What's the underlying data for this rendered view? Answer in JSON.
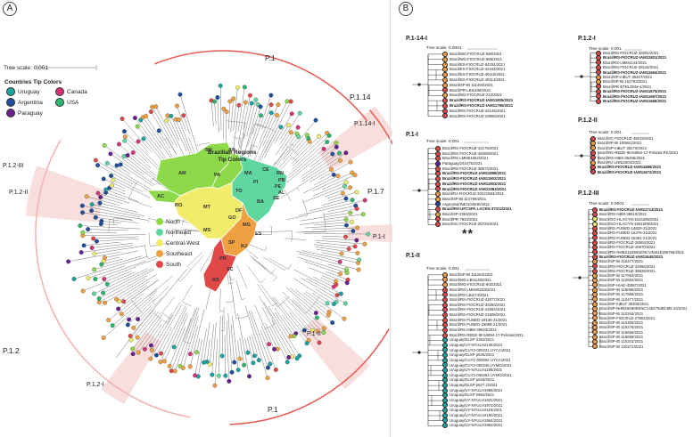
{
  "panelA": {
    "letter": "A",
    "tree_scale": "Tree scale: 0.001",
    "clades": [
      {
        "id": "p1_top",
        "label": "P.1"
      },
      {
        "id": "p114",
        "label": "P.1.14"
      },
      {
        "id": "p114i",
        "label": "P.1.14-I"
      },
      {
        "id": "p17",
        "label": "P.1.7"
      },
      {
        "id": "p1i",
        "label": "P.1-I"
      },
      {
        "id": "p1ii",
        "label": "P.1-II"
      },
      {
        "id": "p1_bottom",
        "label": "P.1"
      },
      {
        "id": "p12i",
        "label": "P.1.2-I"
      },
      {
        "id": "p12",
        "label": "P.1.2"
      },
      {
        "id": "p12ii",
        "label": "P.1.2-II"
      },
      {
        "id": "p12iii",
        "label": "P.1.2-III"
      }
    ],
    "countries_title": "Countries Tip Colors",
    "countries": [
      {
        "name": "Uruguay",
        "color": "#1aa3a3"
      },
      {
        "name": "Canada",
        "color": "#d6337a"
      },
      {
        "name": "Argentina",
        "color": "#1f4e9e"
      },
      {
        "name": "USA",
        "color": "#2bb573"
      },
      {
        "name": "Paraguay",
        "color": "#6a1f8f"
      }
    ],
    "regions_title_1": "Brazilian Regions",
    "regions_title_2": "Tip Colors",
    "regions": [
      {
        "name": "North",
        "color": "#8ed94a"
      },
      {
        "name": "Northeast",
        "color": "#5fd6a0"
      },
      {
        "name": "Central-West",
        "color": "#f2ec6b"
      },
      {
        "name": "Southeast",
        "color": "#f0a040"
      },
      {
        "name": "South",
        "color": "#e04848"
      }
    ],
    "states": [
      "RR",
      "AP",
      "AM",
      "PA",
      "MA",
      "CE",
      "RN",
      "PB",
      "PE",
      "AL",
      "SE",
      "PI",
      "TO",
      "BA",
      "AC",
      "RO",
      "MT",
      "GO",
      "DF",
      "MG",
      "ES",
      "MS",
      "SP",
      "RJ",
      "PR",
      "SC",
      "RS"
    ]
  },
  "panelB": {
    "letter": "B",
    "p114i": {
      "title": "P.1-14-I",
      "scale": "Tree scale: 0.0001",
      "tips": [
        {
          "t": "Brazil/MG-FIOCRUZ-590/2021",
          "c": "#f0a040",
          "b": false
        },
        {
          "t": "Brazil/MG-FIOCRUZ-585/2021",
          "c": "#f0a040",
          "b": false
        },
        {
          "t": "Brazil/ES-FIOCRUZ-54204/2021",
          "c": "#f0a040",
          "b": false
        },
        {
          "t": "Brazil/ES-FIOCRUZ-42443/2021",
          "c": "#f0a040",
          "b": false
        },
        {
          "t": "Brazil/ES-FIOCRUZ-40115/2021",
          "c": "#f0a040",
          "b": false
        },
        {
          "t": "Brazil/ES-FIOCRUZ-40114/2021",
          "c": "#f0a040",
          "b": false
        },
        {
          "t": "Brazil/SP-IB 111493/2021",
          "c": "#f0a040",
          "b": false
        },
        {
          "t": "Brazil/PR-LBI1408/2021",
          "c": "#e04848",
          "b": false
        },
        {
          "t": "Brazil/MG-FIOCRUZ-212/2021",
          "c": "#f0a040",
          "b": false
        },
        {
          "t": "Brazil/RS-FIOCRUZ-IAM11805/2021",
          "c": "#e04848",
          "b": true
        },
        {
          "t": "Brazil/RS-FIOCRUZ-IAM11795/2021",
          "c": "#e04848",
          "b": true
        },
        {
          "t": "Brazil/RS-FIOCRUZ-42146/2021",
          "c": "#e04848",
          "b": false
        },
        {
          "t": "Brazil/RS-FIOCRUZ-29506/2021",
          "c": "#e04848",
          "b": false
        }
      ]
    },
    "p1i": {
      "title": "P.1-I",
      "scale": "Tree scale: 0.001",
      "tips": [
        {
          "t": "Brazil/RS-FIOCRUZ-42179/2021",
          "c": "#e04848",
          "b": false
        },
        {
          "t": "Brazil/RS-FIOCRUZ-45208/2021",
          "c": "#e04848",
          "b": false
        },
        {
          "t": "Brazil/RS-LMM61662/2021",
          "c": "#e04848",
          "b": false
        },
        {
          "t": "Paraguay/244475/2021",
          "c": "#6a1f8f",
          "b": false
        },
        {
          "t": "Brazil/RS-FIOCRUZ-38673/2021",
          "c": "#e04848",
          "b": false
        },
        {
          "t": "Brazil/RS-FIOCRUZ-IAM11898/2021",
          "c": "#e04848",
          "b": true
        },
        {
          "t": "Brazil/RS-FIOCRUZ-IAM11902/2021",
          "c": "#e04848",
          "b": true
        },
        {
          "t": "Brazil/RS-FIOCRUZ-IAM11903/2021",
          "c": "#e04848",
          "b": true
        },
        {
          "t": "Brazil/RS-FIOCRUZ-IAM12063/2021",
          "c": "#e04848",
          "b": true
        },
        {
          "t": "Brazil/RJ-FIOCRUZ-20221584/2021",
          "c": "#f0a040",
          "b": false
        },
        {
          "t": "Brazil/SP-IB 114799/2021",
          "c": "#f0a040",
          "b": false
        },
        {
          "t": "Argentina/INEI104940/2021",
          "c": "#1f4e9e",
          "b": false
        },
        {
          "t": "Brazil/RS-UFCSPA LACEN-37312/2021",
          "c": "#e04848",
          "b": true
        },
        {
          "t": "Brazil/SP-2363/2021",
          "c": "#f0a040",
          "b": false
        },
        {
          "t": "Brazil/PR-7834/2021",
          "c": "#e04848",
          "b": false
        },
        {
          "t": "Brazil/SC-FIOCRUZ-26729/2021",
          "c": "#e04848",
          "b": false
        }
      ]
    },
    "stars": "**",
    "p1ii": {
      "title": "P.1-II",
      "scale": "Tree scale: 0.001",
      "tips": [
        {
          "t": "Brazil/SP-IB 111263/2021",
          "c": "#f0a040",
          "b": false
        },
        {
          "t": "Brazil/MG-LBI1140/2021",
          "c": "#f0a040",
          "b": false
        },
        {
          "t": "Brazil/MG-FIOCRUZ-602/2021",
          "c": "#f0a040",
          "b": false
        },
        {
          "t": "Brazil/RS-LMM46233/2021",
          "c": "#e04848",
          "b": false
        },
        {
          "t": "Brazil/RS-LBI174/2021",
          "c": "#e04848",
          "b": false
        },
        {
          "t": "Brazil/RS-FIOCRUZ-42077/2021",
          "c": "#e04848",
          "b": false
        },
        {
          "t": "Brazil/RS-FIOCRUZ-33283/2021",
          "c": "#e04848",
          "b": false
        },
        {
          "t": "Brazil/RS-FIOCRUZ-42082/2021",
          "c": "#e04848",
          "b": false
        },
        {
          "t": "Brazil/RS-FIOCRUZ-21506/2021",
          "c": "#e04848",
          "b": false
        },
        {
          "t": "Brazil/RS-FUNED-19136-21/2021",
          "c": "#e04848",
          "b": false
        },
        {
          "t": "Brazil/RS-FUNED-19098-21/2021",
          "c": "#e04848",
          "b": false
        },
        {
          "t": "Brazil/RS-HBM-39823/2021",
          "c": "#e04848",
          "b": false
        },
        {
          "t": "Brazil/RS-REDE-IB-54894-17-Pelotas/2021",
          "c": "#e04848",
          "b": false
        },
        {
          "t": "Uruguay/DLSP 2392/2021",
          "c": "#1aa3a3",
          "b": false
        },
        {
          "t": "Uruguay/UY-NYULH2136/2021",
          "c": "#1aa3a3",
          "b": false
        },
        {
          "t": "Uruguay/CUY2-000231 UYCA/2021",
          "c": "#1aa3a3",
          "b": false
        },
        {
          "t": "Uruguay/DLSP p636/2021",
          "c": "#1aa3a3",
          "b": false
        },
        {
          "t": "Uruguay/CUY1-000094 UYCA/2021",
          "c": "#1aa3a3",
          "b": false
        },
        {
          "t": "Uruguay/CUY2-000245 UYMO/2021",
          "c": "#1aa3a3",
          "b": false
        },
        {
          "t": "Uruguay/UY-NYULH1195/2021",
          "c": "#1aa3a3",
          "b": false
        },
        {
          "t": "Uruguay/CUY2-000254 UYMO/2021",
          "c": "#1aa3a3",
          "b": false
        },
        {
          "t": "Uruguay/DLSP p628/2021",
          "c": "#1aa3a3",
          "b": false
        },
        {
          "t": "Uruguay/DLSP p627 2/2021",
          "c": "#1aa3a3",
          "b": false
        },
        {
          "t": "Uruguay/UY-NYULH1968/2021",
          "c": "#1aa3a3",
          "b": false
        },
        {
          "t": "Uruguay/DLSP 2992/2021",
          "c": "#1aa3a3",
          "b": false
        },
        {
          "t": "Uruguay/UY-NYULH1931/2021",
          "c": "#1aa3a3",
          "b": false
        },
        {
          "t": "Uruguay/UY-NYULH1971/2021",
          "c": "#1aa3a3",
          "b": false
        },
        {
          "t": "Uruguay/UY-NYULH2115/2021",
          "c": "#1aa3a3",
          "b": false
        },
        {
          "t": "Uruguay/UY-NYULH2190/2021",
          "c": "#1aa3a3",
          "b": false
        },
        {
          "t": "Uruguay/UY-NYULH1954/2021",
          "c": "#1aa3a3",
          "b": false
        },
        {
          "t": "Uruguay/UY-NYULH1962/2021",
          "c": "#1aa3a3",
          "b": false
        }
      ]
    },
    "p12i": {
      "title": "P.1.2-I",
      "scale": "Tree scale: 0.001",
      "tips": [
        {
          "t": "Brazil/RS-FIOCRUZ-33291/2021",
          "c": "#e04848",
          "b": false
        },
        {
          "t": "Brazil/RS-FIOCRUZ-IAM11801/2021",
          "c": "#e04848",
          "b": true
        },
        {
          "t": "Brazil/RS-LMM4144/2021",
          "c": "#e04848",
          "b": false
        },
        {
          "t": "Brazil/RS-FIOCRUZ-28116/2021",
          "c": "#e04848",
          "b": false
        },
        {
          "t": "Brazil/RS-FIOCRUZ-IAM11664/2021",
          "c": "#e04848",
          "b": true
        },
        {
          "t": "Brazil/SP-mBUT 35207/2021",
          "c": "#f0a040",
          "b": false
        },
        {
          "t": "Brazil/SP-IB 151783/2021",
          "c": "#f0a040",
          "b": false
        },
        {
          "t": "Brazil/PR-BTRLEEM-4/2021",
          "c": "#e04848",
          "b": false
        },
        {
          "t": "Brazil/RS-FIOCRUZ-IAM11675/2021",
          "c": "#e04848",
          "b": true
        },
        {
          "t": "Brazil/RS-FIOCRUZ-IAM11667/2021",
          "c": "#e04848",
          "b": true
        },
        {
          "t": "Brazil/RS-FIOCRUZ-IAM11666/2021",
          "c": "#e04848",
          "b": true
        }
      ]
    },
    "p12ii": {
      "title": "P.1.2-II",
      "scale": "Tree scale: 0.001",
      "tips": [
        {
          "t": "Brazil/SC-FIOCRUZ-45019/2021",
          "c": "#e04848",
          "b": false
        },
        {
          "t": "Brazil/SP-IB 100842/2021",
          "c": "#f0a040",
          "b": false
        },
        {
          "t": "Brazil/SP-mBUT 35279/2021",
          "c": "#f0a040",
          "b": false
        },
        {
          "t": "Brazil/RS-REDE-IB-54852-17-Pelotas-RS/2021",
          "c": "#e04848",
          "b": false
        },
        {
          "t": "Brazil/RS-HBM-35455/2021",
          "c": "#e04848",
          "b": false
        },
        {
          "t": "Brazil/RJ-LNNI2004/2021",
          "c": "#f0a040",
          "b": false
        },
        {
          "t": "Brazil/RS-FIOCRUZ-IAM11696/2021",
          "c": "#e04848",
          "b": true
        },
        {
          "t": "Brazil/RS-FIOCRUZ-IAM11672/2021",
          "c": "#e04848",
          "b": true
        }
      ]
    },
    "p12iii": {
      "title": "P.1.2-III",
      "scale": "Tree scale: 0.0001",
      "tips": [
        {
          "t": "Brazil/RS-FIOCRUZ-IAM11713/2021",
          "c": "#e04848",
          "b": true
        },
        {
          "t": "Brazil/RS-HBM-39510/2021",
          "c": "#e04848",
          "b": false
        },
        {
          "t": "Brazil/GO-HLAGYN-1516265/2021",
          "c": "#f2ec6b",
          "b": false
        },
        {
          "t": "Brazil/GO-HLAGYN-1501009/2021",
          "c": "#f2ec6b",
          "b": false
        },
        {
          "t": "Brazil/RS-FUNED-14820-21/2021",
          "c": "#e04848",
          "b": false
        },
        {
          "t": "Brazil/RS-FUNED-16376-21/2021",
          "c": "#e04848",
          "b": false
        },
        {
          "t": "Brazil/RS-FUNED-15481-21/2021",
          "c": "#e04848",
          "b": false
        },
        {
          "t": "Brazil/RS-FIOCRUZ-28504/2021",
          "c": "#e04848",
          "b": false
        },
        {
          "t": "Brazil/RS-FIOCRUZ-40970/2021",
          "c": "#e04848",
          "b": false
        },
        {
          "t": "Brazil/RS-NHBS15359SENCV45615196786/2021",
          "c": "#e04848",
          "b": false
        },
        {
          "t": "Brazil/RS-FIOCRUZ-IAM11640/2021",
          "c": "#e04848",
          "b": true
        },
        {
          "t": "Brazil/SP-IB 116477/2021",
          "c": "#f0a040",
          "b": false
        },
        {
          "t": "Brazil/RS-FIOCRUZ-42066/2021",
          "c": "#e04848",
          "b": false
        },
        {
          "t": "Brazil/RS-FIOCRUZ-38628/2021",
          "c": "#e04848",
          "b": false
        },
        {
          "t": "Brazil/SP-IB 117663/2021",
          "c": "#f0a040",
          "b": false
        },
        {
          "t": "Brazil/SP-IB 112662/2021",
          "c": "#f0a040",
          "b": false
        },
        {
          "t": "Brazil/SP-HIAE-ID067/2021",
          "c": "#f0a040",
          "b": false
        },
        {
          "t": "Brazil/SP-IB 118089/2021",
          "c": "#f0a040",
          "b": false
        },
        {
          "t": "Brazil/SP-IB 117865/2021",
          "c": "#f0a040",
          "b": false
        },
        {
          "t": "Brazil/SP-IB 110477/2021",
          "c": "#f0a040",
          "b": false
        },
        {
          "t": "Brazil/SP-mBUT 35308/2021",
          "c": "#f0a040",
          "b": false
        },
        {
          "t": "Brazil/SP-NHBS5090EENCV45275394485 43/2021",
          "c": "#f0a040",
          "b": false
        },
        {
          "t": "Brazil/SP-IB 110344/2021",
          "c": "#f0a040",
          "b": false
        },
        {
          "t": "Brazil/SP-FIOCRUZ-27902/2021",
          "c": "#f0a040",
          "b": false
        },
        {
          "t": "Brazil/SP-IB 110400/2021",
          "c": "#f0a040",
          "b": false
        },
        {
          "t": "Brazil/SP-IB 119276/2021",
          "c": "#f0a040",
          "b": false
        },
        {
          "t": "Brazil/SP-IB 116666/2021",
          "c": "#f0a040",
          "b": false
        },
        {
          "t": "Brazil/SP-IB 116668/2021",
          "c": "#f0a040",
          "b": false
        },
        {
          "t": "Brazil/SP-IB 110201/2021",
          "c": "#f0a040",
          "b": false
        },
        {
          "t": "Brazil/SP-IB 120272/2021",
          "c": "#f0a040",
          "b": false
        }
      ]
    }
  }
}
